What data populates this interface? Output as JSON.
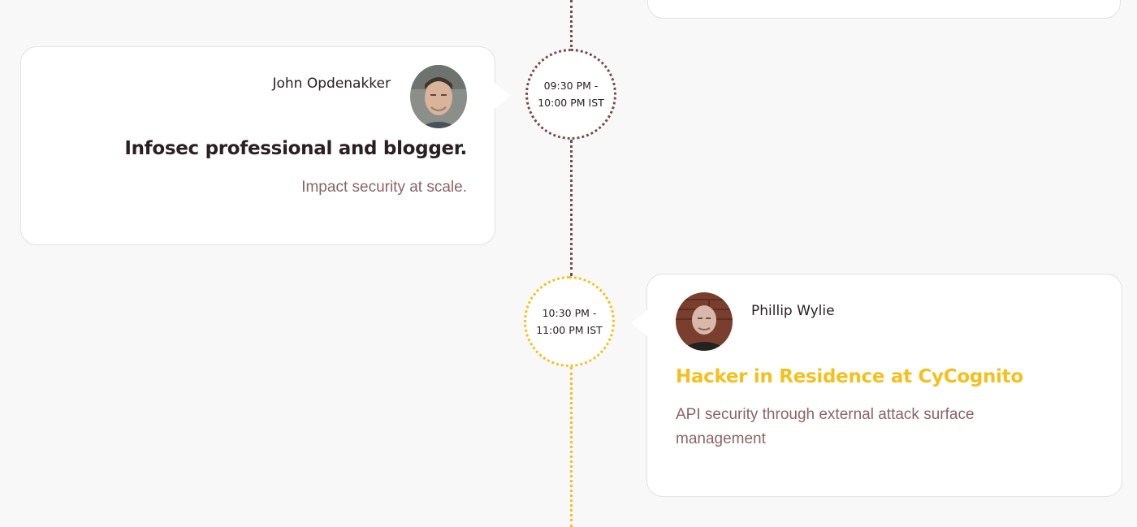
{
  "schedule": {
    "items": [
      {
        "time_line1": "09:30 PM -",
        "time_line2": "10:00 PM IST",
        "speaker": "John Opdenakker",
        "title": "Infosec professional and blogger.",
        "description": "Impact security at scale.",
        "accent": "#7a4a4e",
        "title_color": "#2a2024"
      },
      {
        "time_line1": "10:30 PM -",
        "time_line2": "11:00 PM IST",
        "speaker": "Phillip Wylie",
        "title": "Hacker in Residence at CyCognito",
        "description": "API security through external attack surface management",
        "accent": "#f4c01e",
        "title_color": "#f4c01e"
      }
    ]
  },
  "colors": {
    "background": "#f8f8f8",
    "card": "#ffffff",
    "timeline_past": "#7a4a4e",
    "timeline_active": "#f4c01e",
    "description_text": "#8a6468"
  }
}
